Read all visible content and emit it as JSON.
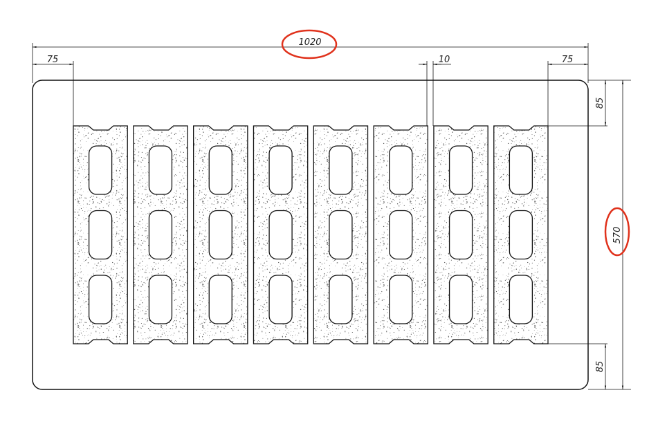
{
  "dimensions": {
    "overall_width": "1020",
    "left_margin": "75",
    "gap": "10",
    "right_margin": "75",
    "top_margin": "85",
    "overall_height": "570",
    "bottom_margin": "85"
  },
  "blocks": {
    "count": 8,
    "holes_per_block": 3
  },
  "colors": {
    "line": "#111111",
    "highlight": "#e0321c",
    "fill_dots": "#555555"
  }
}
